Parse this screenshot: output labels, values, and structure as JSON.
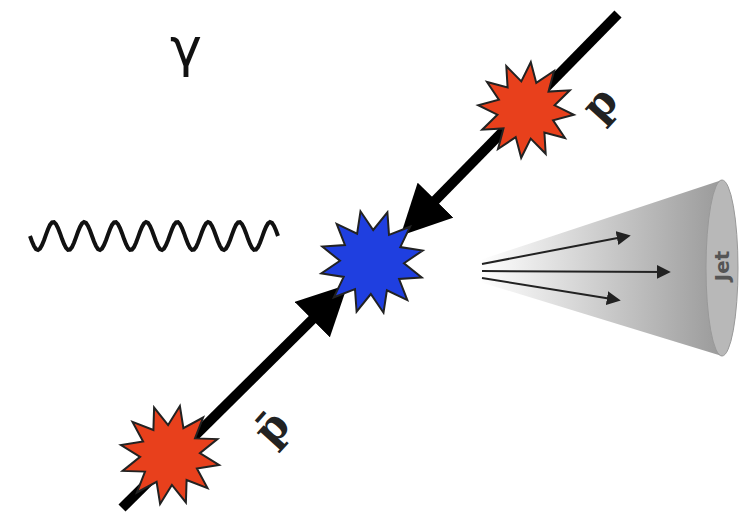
{
  "diagram": {
    "nodes": [
      {
        "text": [
          "Jet"
        ]
      }
    ],
    "labels": [
      "γ",
      "p",
      "p̄"
    ]
  }
}
